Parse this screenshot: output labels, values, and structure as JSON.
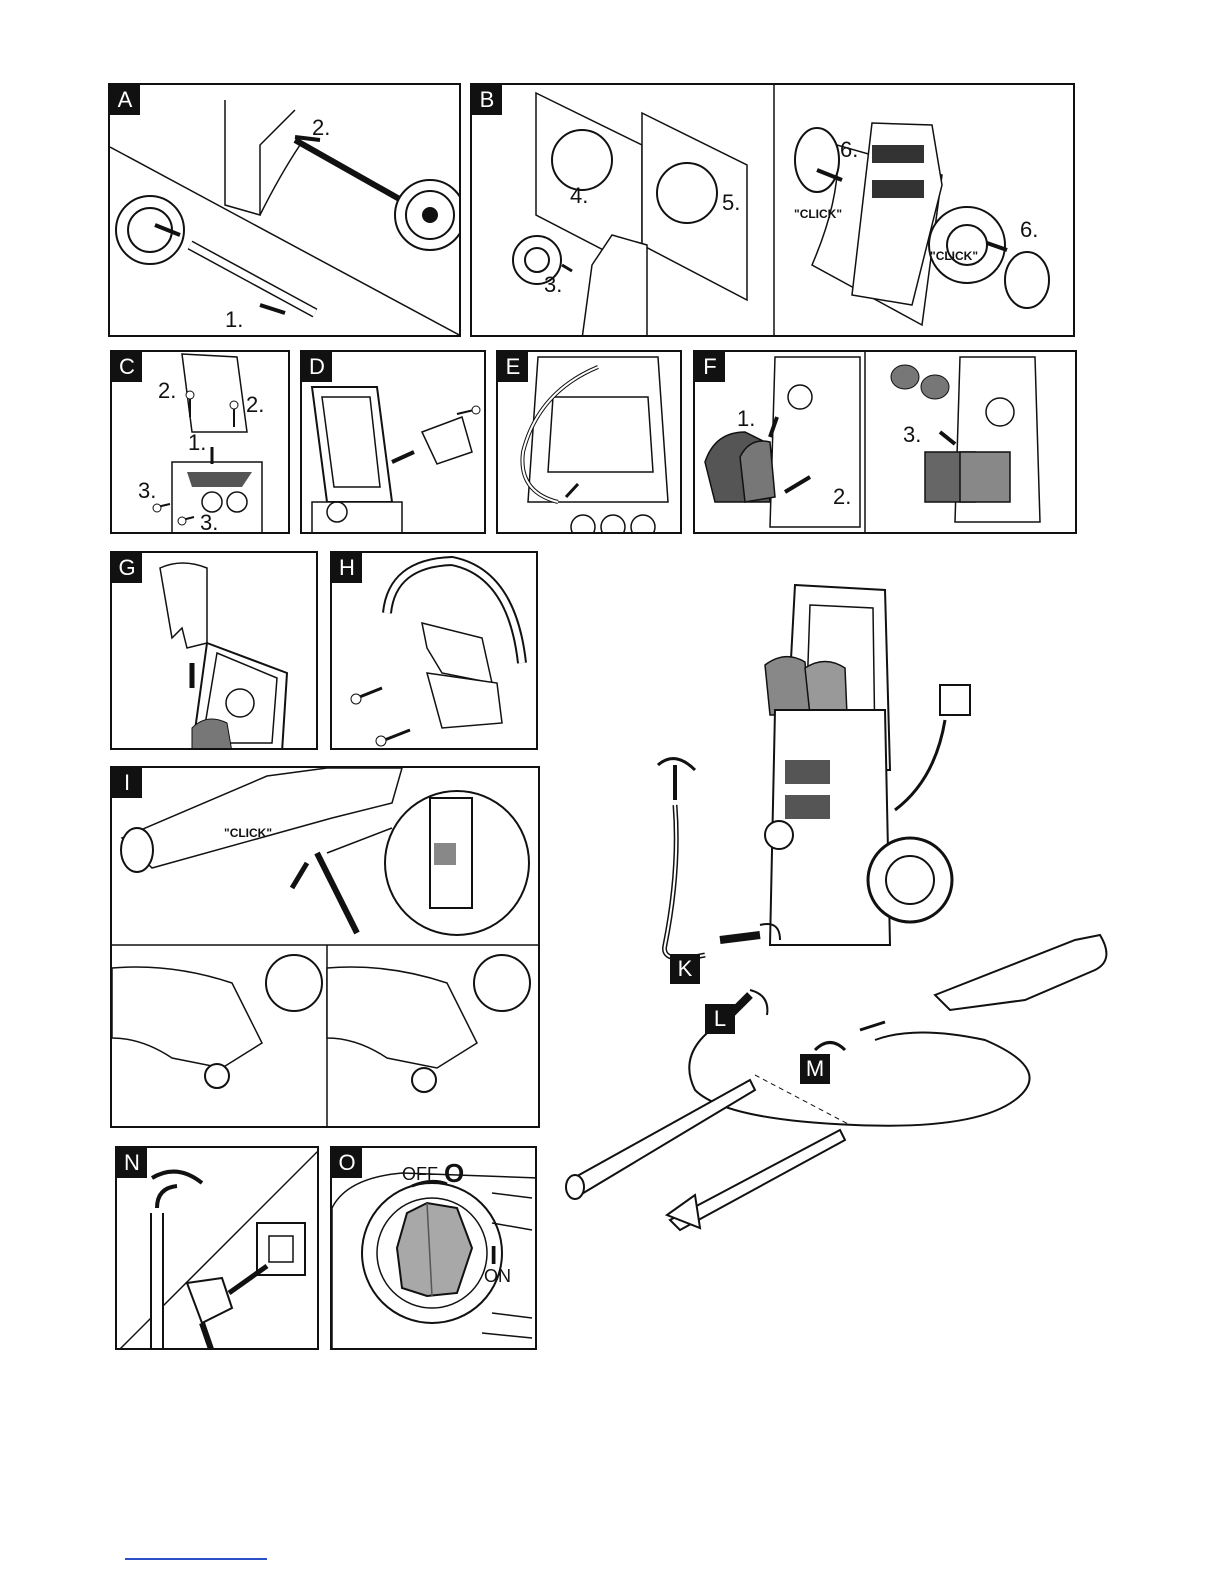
{
  "panels": {
    "a": {
      "tag": "A",
      "steps": [
        "1.",
        "2."
      ]
    },
    "b": {
      "tag": "B",
      "steps": [
        "3.",
        "4.",
        "5.",
        "6.",
        "6."
      ],
      "click": "\"CLICK\""
    },
    "c": {
      "tag": "C",
      "steps": [
        "1.",
        "2.",
        "2.",
        "3.",
        "3."
      ]
    },
    "d": {
      "tag": "D"
    },
    "e": {
      "tag": "E"
    },
    "f": {
      "tag": "F",
      "steps": [
        "1.",
        "2.",
        "3."
      ]
    },
    "g": {
      "tag": "G"
    },
    "h": {
      "tag": "H"
    },
    "i": {
      "tag": "I",
      "click": "\"CLICK\""
    },
    "n": {
      "tag": "N"
    },
    "o": {
      "tag": "O",
      "off_label": "OFF",
      "off_symbol": "O",
      "on_symbol": "I",
      "on_label": "ON"
    }
  },
  "overview": {
    "labels": [
      "K",
      "L",
      "M"
    ]
  },
  "icons": [
    "unlock-icon",
    "lock-icon",
    "arrow-icon",
    "screw-icon",
    "wheel-icon",
    "plug-icon",
    "tap-icon"
  ]
}
